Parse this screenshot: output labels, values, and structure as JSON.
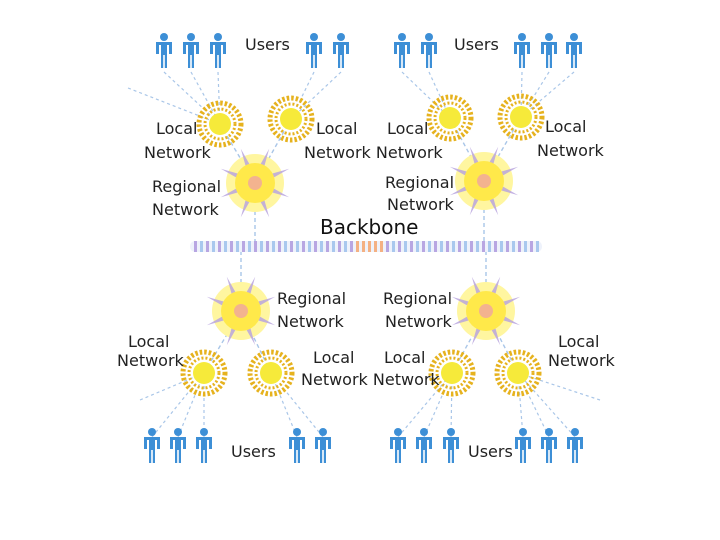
{
  "labels": {
    "users": "Users",
    "local_line1": "Local",
    "local_line2": "Network",
    "regional_line1": "Regional",
    "regional_line2": "Network",
    "backbone": "Backbone",
    "local_network_network": "Network Network"
  },
  "colors": {
    "user": "#3d8fd6",
    "link": "#a9c6e8",
    "local_core": "#f6ea3a",
    "local_ring": "#e6b21e",
    "regional_core": "#ffe94a",
    "regional_glow": "#fff6a0",
    "regional_ray": "#b9a4de",
    "regional_center": "#f3b38f",
    "backbone_dash_a": "#b8a6e2",
    "backbone_dash_b": "#a9c8ee",
    "backbone_center": "#f4b183"
  }
}
